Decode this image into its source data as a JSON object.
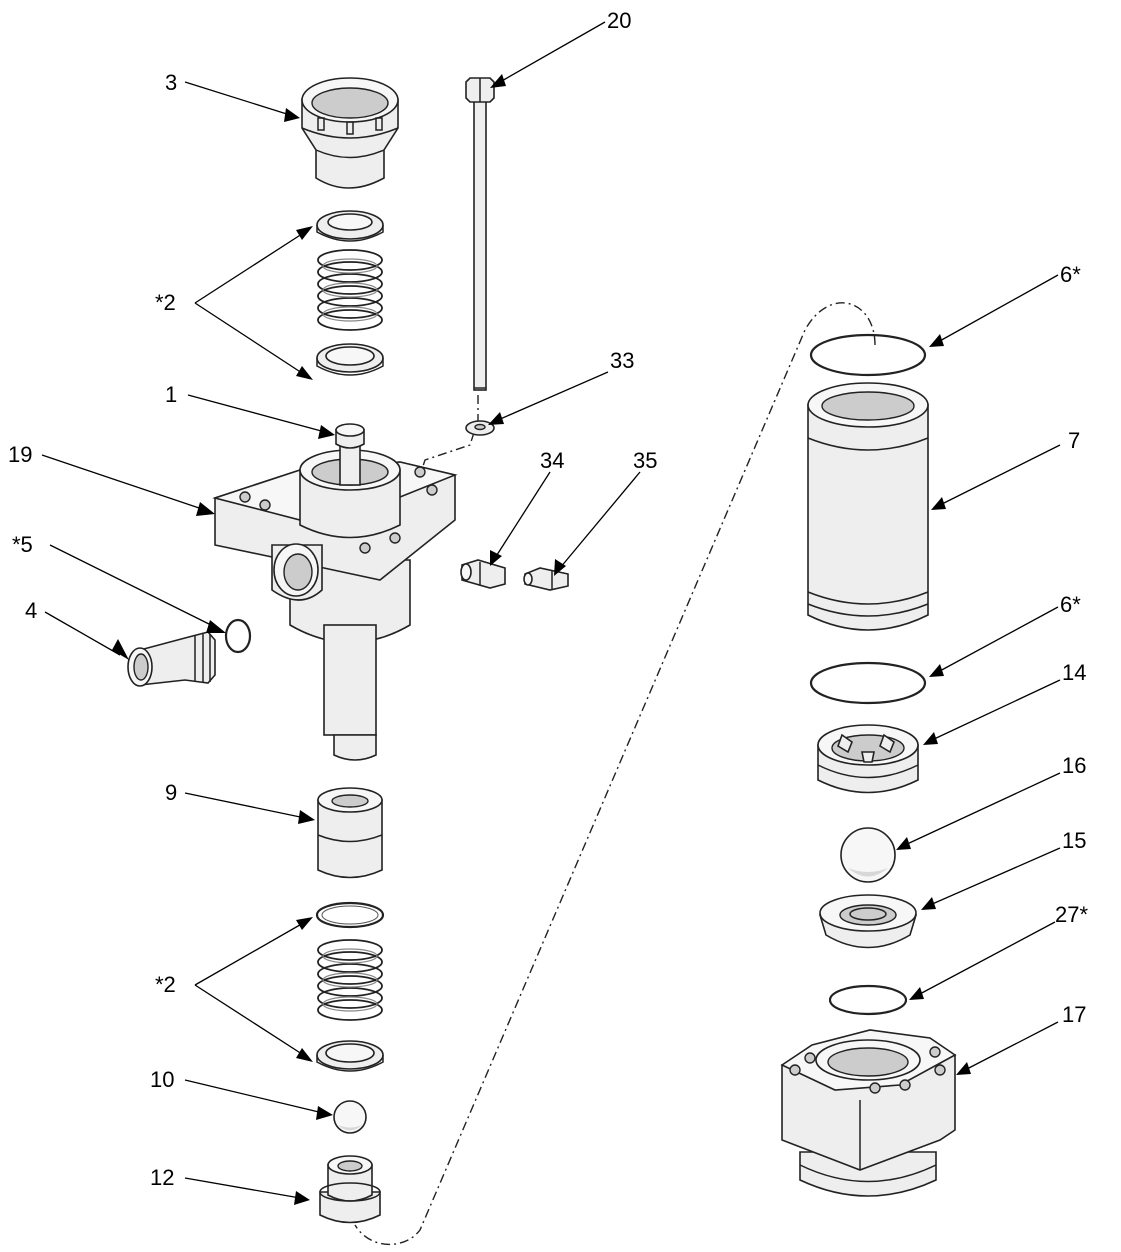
{
  "callouts": [
    {
      "id": "c20",
      "label": "20"
    },
    {
      "id": "c3",
      "label": "3"
    },
    {
      "id": "c2a",
      "label": "*2"
    },
    {
      "id": "c33",
      "label": "33"
    },
    {
      "id": "c1",
      "label": "1"
    },
    {
      "id": "c19",
      "label": "19"
    },
    {
      "id": "c34",
      "label": "34"
    },
    {
      "id": "c35",
      "label": "35"
    },
    {
      "id": "c5",
      "label": "*5"
    },
    {
      "id": "c4",
      "label": "4"
    },
    {
      "id": "c9",
      "label": "9"
    },
    {
      "id": "c2b",
      "label": "*2"
    },
    {
      "id": "c10",
      "label": "10"
    },
    {
      "id": "c12",
      "label": "12"
    },
    {
      "id": "c6a",
      "label": "6*"
    },
    {
      "id": "c7",
      "label": "7"
    },
    {
      "id": "c6b",
      "label": "6*"
    },
    {
      "id": "c14",
      "label": "14"
    },
    {
      "id": "c16",
      "label": "16"
    },
    {
      "id": "c15",
      "label": "15"
    },
    {
      "id": "c27",
      "label": "27*"
    },
    {
      "id": "c17",
      "label": "17"
    }
  ],
  "colors": {
    "line": "#000000",
    "part_fill": "#eeeeee",
    "part_shadow": "#cccccc"
  }
}
